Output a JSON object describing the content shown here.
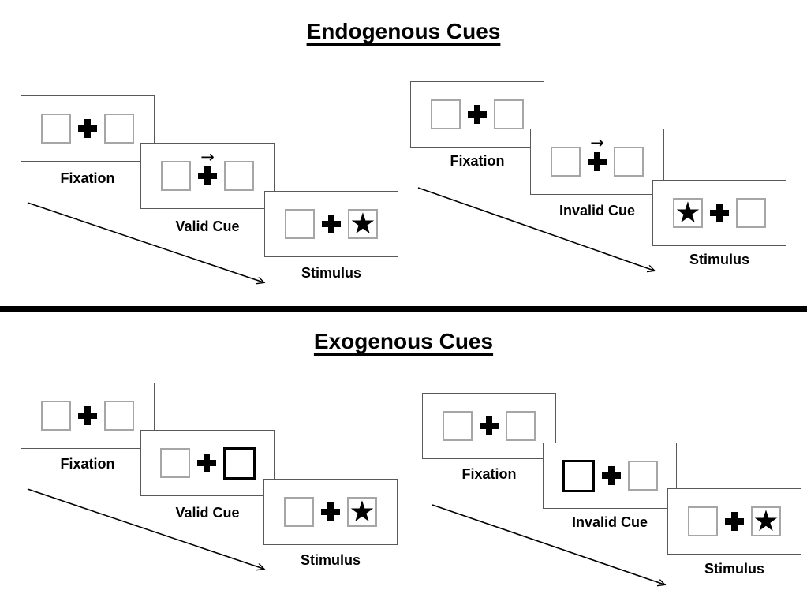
{
  "sections": [
    {
      "title": "Endogenous Cues",
      "groups": [
        {
          "name": "valid",
          "panels": [
            {
              "label": "Fixation",
              "left": "empty",
              "right": "empty",
              "cue": "none"
            },
            {
              "label": "Valid Cue",
              "left": "empty",
              "right": "empty",
              "cue": "arrow-right"
            },
            {
              "label": "Stimulus",
              "left": "empty",
              "right": "star",
              "cue": "none"
            }
          ]
        },
        {
          "name": "invalid",
          "panels": [
            {
              "label": "Fixation",
              "left": "empty",
              "right": "empty",
              "cue": "none"
            },
            {
              "label": "Invalid Cue",
              "left": "empty",
              "right": "empty",
              "cue": "arrow-right"
            },
            {
              "label": "Stimulus",
              "left": "star",
              "right": "empty",
              "cue": "none"
            }
          ]
        }
      ]
    },
    {
      "title": "Exogenous Cues",
      "groups": [
        {
          "name": "valid",
          "panels": [
            {
              "label": "Fixation",
              "left": "empty",
              "right": "empty",
              "cue": "none"
            },
            {
              "label": "Valid Cue",
              "left": "empty",
              "right": "highlight-box",
              "cue": "none"
            },
            {
              "label": "Stimulus",
              "left": "empty",
              "right": "star",
              "cue": "none"
            }
          ]
        },
        {
          "name": "invalid",
          "panels": [
            {
              "label": "Fixation",
              "left": "empty",
              "right": "empty",
              "cue": "none"
            },
            {
              "label": "Invalid Cue",
              "left": "highlight-box",
              "right": "empty",
              "cue": "none"
            },
            {
              "label": "Stimulus",
              "left": "empty",
              "right": "star",
              "cue": "none"
            }
          ]
        }
      ]
    }
  ],
  "glyphs": {
    "star": "★",
    "cue_arrow": "→"
  },
  "colors": {
    "background": "#ffffff",
    "ink": "#000000",
    "panel_border": "#595959",
    "box_border": "#a6a6a6",
    "highlight_border": "#000000",
    "divider": "#000000"
  }
}
